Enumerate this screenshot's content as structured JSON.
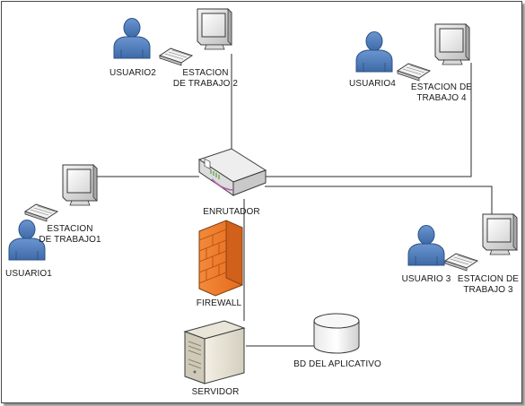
{
  "nodes": {
    "usuario1": {
      "label": "USUARIO1"
    },
    "usuario2": {
      "label": "USUARIO2"
    },
    "usuario3": {
      "label": "USUARIO 3"
    },
    "usuario4": {
      "label": "USUARIO4"
    },
    "estacion1": {
      "label": "ESTACION\nDE TRABAJO1"
    },
    "estacion2": {
      "label": "ESTACION\nDE TRABAJO 2"
    },
    "estacion3": {
      "label": "ESTACION DE\nTRABAJO 3"
    },
    "estacion4": {
      "label": "ESTACION DE\nTRABAJO 4"
    },
    "enrutador": {
      "label": "ENRUTADOR"
    },
    "firewall": {
      "label": "FIREWALL"
    },
    "servidor": {
      "label": "SERVIDOR"
    },
    "bd": {
      "label": "BD DEL APLICATIVO"
    }
  },
  "colors": {
    "user_fill": "#4a77b4",
    "user_dark": "#2c5286",
    "firewall": "#f07c2b",
    "line": "#2b2b2b"
  }
}
